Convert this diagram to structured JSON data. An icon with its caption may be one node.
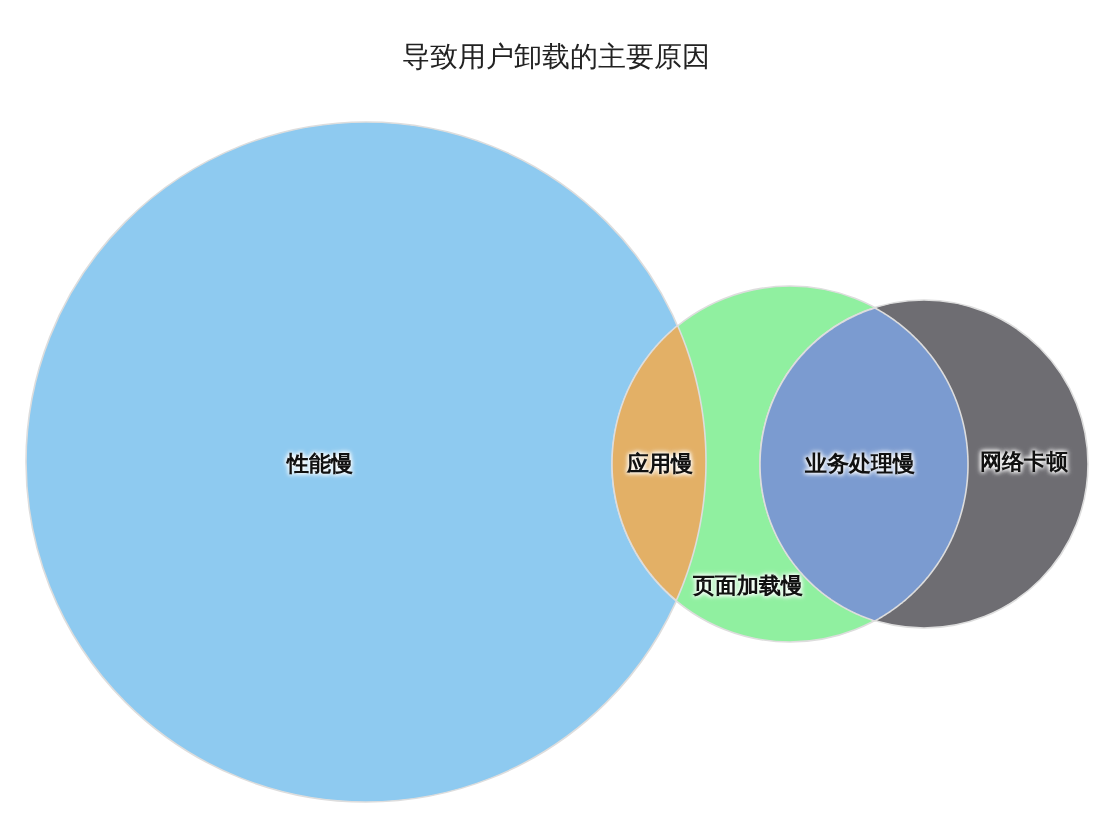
{
  "diagram": {
    "title": "导致用户卸载的主要原因",
    "nodes": [
      {
        "text": [
          "性能慢"
        ]
      },
      {
        "text": [
          "页面加载慢"
        ]
      },
      {
        "text": [
          "网络卡顿"
        ]
      },
      {
        "text": [
          "应用慢"
        ]
      },
      {
        "text": [
          "业务处理慢"
        ]
      }
    ]
  }
}
